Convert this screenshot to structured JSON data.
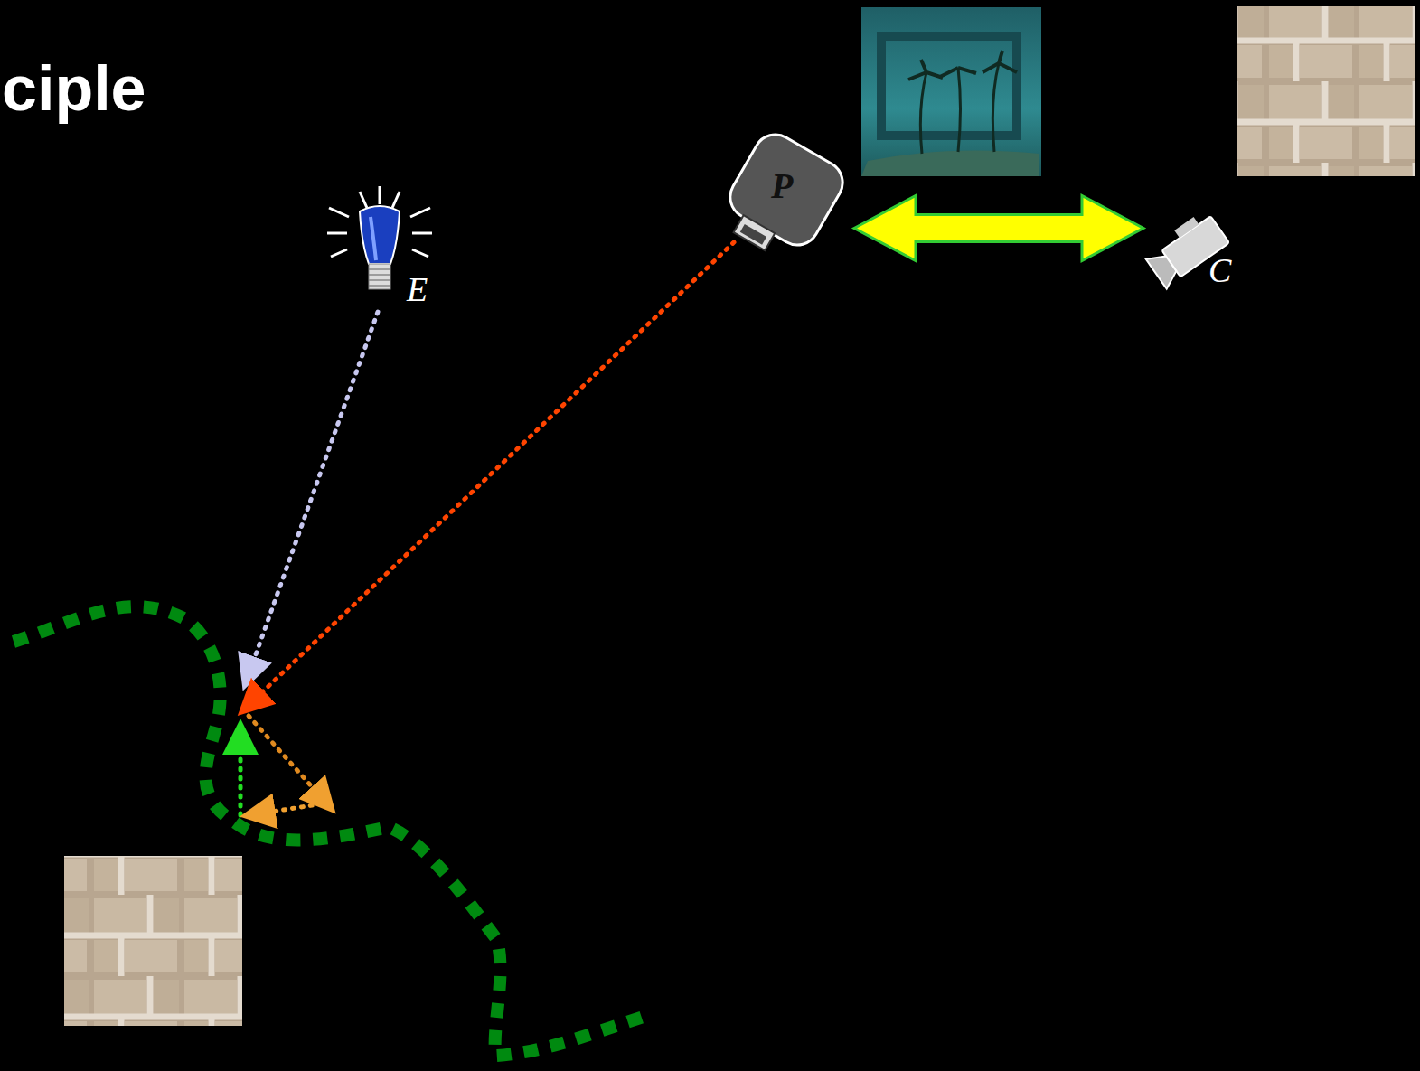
{
  "diagram": {
    "title": "ciple",
    "nodes": [
      {
        "text": [
          "E"
        ]
      },
      {
        "text": [
          "P"
        ]
      },
      {
        "text": [
          "C"
        ]
      }
    ],
    "edges": [
      {
        "from": 1,
        "to": 2,
        "arrow": "both"
      }
    ]
  }
}
